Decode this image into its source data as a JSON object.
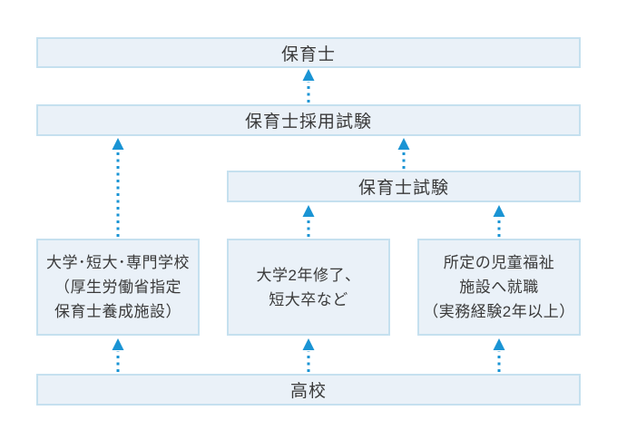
{
  "diagram": {
    "nodes": {
      "hoikushi": {
        "label": "保育士"
      },
      "saiyo_shiken": {
        "label": "保育士採用試験"
      },
      "hoikushi_shiken": {
        "label": "保育士試験"
      },
      "training_school": {
        "lines": [
          "大学･短大･専門学校",
          "（厚生労働省指定",
          "保育士養成施設）"
        ]
      },
      "university_2years": {
        "lines": [
          "大学2年修了、",
          "短大卒など"
        ]
      },
      "child_welfare": {
        "lines": [
          "所定の児童福祉",
          "施設へ就職",
          "（実務経験2年以上）"
        ]
      },
      "koukou": {
        "label": "高校"
      }
    },
    "colors": {
      "box_fill": "#eaf1f8",
      "box_border": "#c5e0ef",
      "arrow_blue": "#1a94d4",
      "text": "#3a3a3a"
    }
  }
}
